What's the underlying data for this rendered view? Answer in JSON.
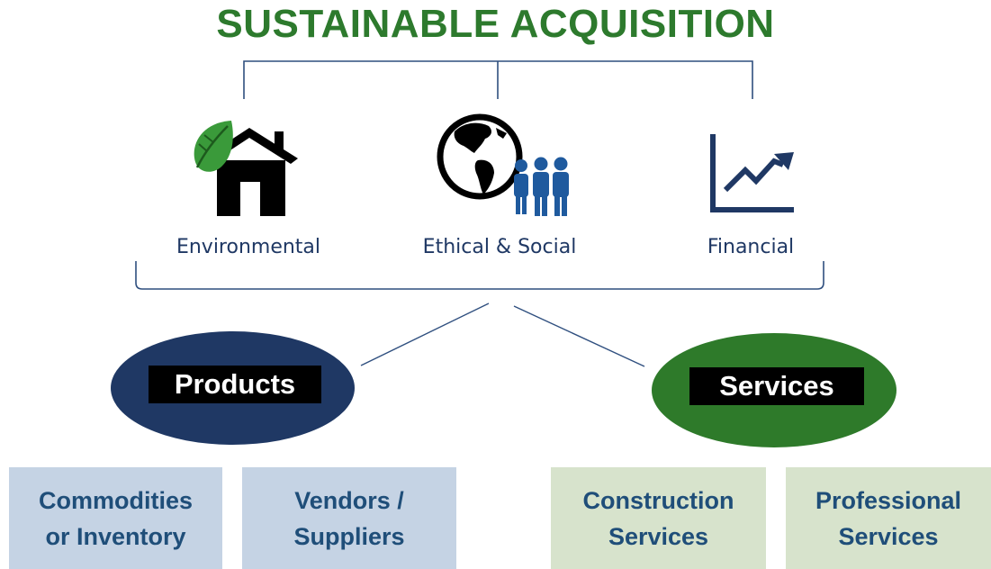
{
  "title": "SUSTAINABLE ACQUISITION",
  "pillars": [
    {
      "label": "Environmental",
      "icon": "leaf-house-icon"
    },
    {
      "label": "Ethical & Social",
      "icon": "globe-people-icon"
    },
    {
      "label": "Financial",
      "icon": "rising-chart-icon"
    }
  ],
  "categories": {
    "products": {
      "label": "Products",
      "color": "#1f3864"
    },
    "services": {
      "label": "Services",
      "color": "#2e7a2a"
    }
  },
  "boxes": [
    {
      "line1": "Commodities",
      "line2": "or Inventory",
      "group": "products"
    },
    {
      "line1": "Vendors /",
      "line2": "Suppliers",
      "group": "products"
    },
    {
      "line1": "Construction",
      "line2": "Services",
      "group": "services"
    },
    {
      "line1": "Professional",
      "line2": "Services",
      "group": "services"
    }
  ],
  "colors": {
    "title": "#2d7a2d",
    "connector": "#2f4f7f",
    "icon_dark": "#000000",
    "icon_blue": "#1f5a9e",
    "leaf_green": "#3a9a3a",
    "box_blue": "#c5d3e4",
    "box_green": "#d7e3cc"
  }
}
